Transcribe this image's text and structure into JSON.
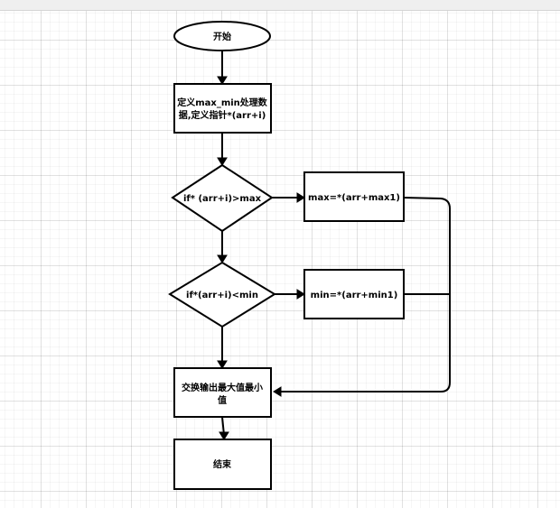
{
  "nodes": {
    "start": {
      "label": "开始"
    },
    "define": {
      "lines": [
        "定义max_min处理数",
        "据,定义指针*(arr+i)"
      ]
    },
    "cond_max": {
      "label": "if*  (arr+i)>max"
    },
    "assign_max": {
      "label": "max=*(arr+max1)"
    },
    "cond_min": {
      "label": "if*(arr+i)<min"
    },
    "assign_min": {
      "label": "min=*(arr+min1)"
    },
    "swap": {
      "lines": [
        "交换输出最大值最小",
        "值"
      ]
    },
    "end": {
      "label": "结束"
    }
  },
  "colors": {
    "stroke": "#000000",
    "fill": "#ffffff",
    "grid": "#e6e6e6",
    "topbar": "#efefef"
  }
}
